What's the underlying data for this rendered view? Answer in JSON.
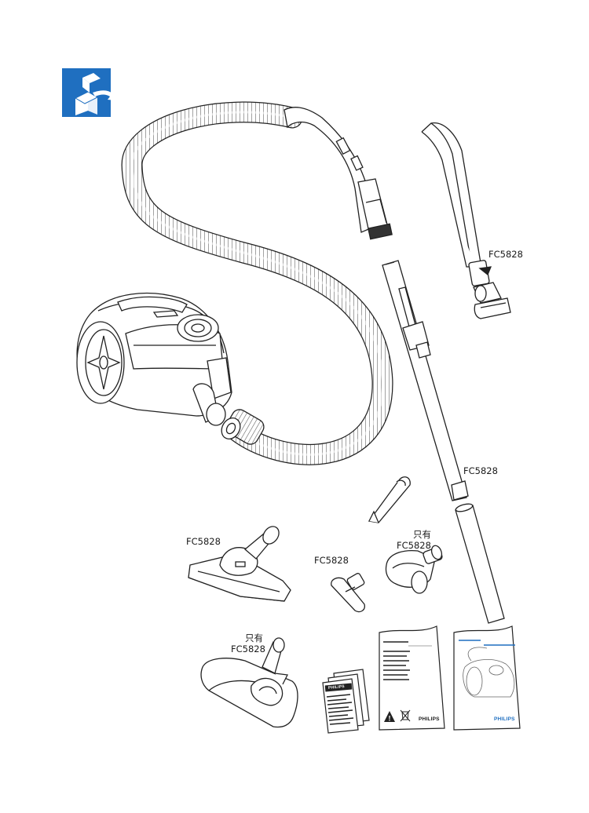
{
  "labels": {
    "tube_top": "FC5828",
    "tube_telescopic": "FC5828",
    "floor_nozzle": "FC5828",
    "small_nozzle": "FC5828",
    "turbo_only": "只有",
    "turbo_model": "FC5828",
    "nozzle2_only": "只有",
    "nozzle2_model": "FC5828"
  },
  "booklets": {
    "small_brand": "PHILIPS",
    "manual_brand": "PHILIPS",
    "guide_brand": "PHILIPS"
  },
  "colors": {
    "unpack_icon_bg": "#1f6fc0",
    "line": "#222222",
    "brand_blue": "#1f6fc0"
  },
  "icons": [
    "unpack-box-icon",
    "warning-icon",
    "weee-bin-icon"
  ]
}
